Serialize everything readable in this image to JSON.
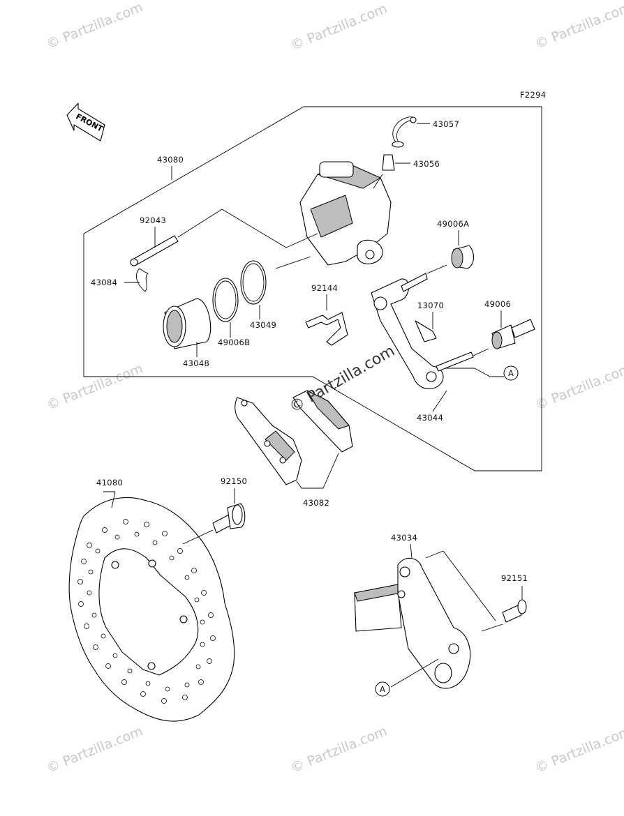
{
  "diagram_code": "F2294",
  "front_label": "FRONT",
  "watermark": "© Partzilla.com",
  "callout_ref": "A",
  "parts": {
    "p43057": "43057",
    "p43056": "43056",
    "p43080": "43080",
    "p92043": "92043",
    "p49006A": "49006A",
    "p43084": "43084",
    "p92144": "92144",
    "p13070": "13070",
    "p49006": "49006",
    "p43049": "43049",
    "p49006B": "49006B",
    "p43048": "43048",
    "p43044": "43044",
    "p41080": "41080",
    "p92150": "92150",
    "p43082": "43082",
    "p43034": "43034",
    "p92151": "92151"
  }
}
